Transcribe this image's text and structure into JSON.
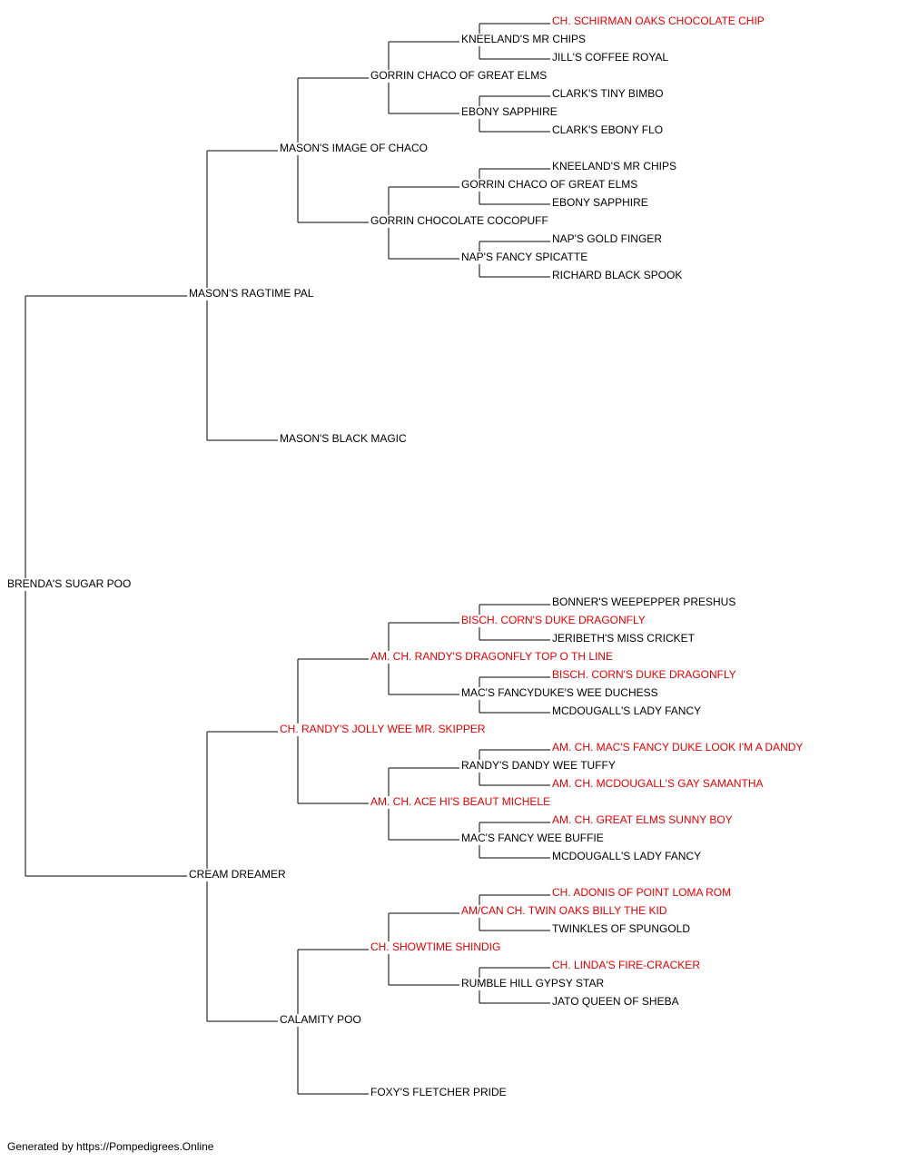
{
  "colors": {
    "champion": "#e00000",
    "normal": "#000000",
    "line": "#000000"
  },
  "footer": "Generated by https://Pompedigrees.Online",
  "pedigree": {
    "name": "BRENDA'S SUGAR POO",
    "champion": false,
    "sire": {
      "name": "MASON'S RAGTIME PAL",
      "champion": false,
      "sire": {
        "name": "MASON'S IMAGE OF CHACO",
        "champion": false,
        "sire": {
          "name": "GORRIN CHACO OF GREAT ELMS",
          "champion": false,
          "sire": {
            "name": "KNEELAND'S MR CHIPS",
            "champion": false,
            "sire": {
              "name": "CH. SCHIRMAN OAKS CHOCOLATE CHIP",
              "champion": true
            },
            "dam": {
              "name": "JILL'S COFFEE ROYAL",
              "champion": false
            }
          },
          "dam": {
            "name": "EBONY SAPPHIRE",
            "champion": false,
            "sire": {
              "name": "CLARK'S TINY BIMBO",
              "champion": false
            },
            "dam": {
              "name": "CLARK'S EBONY FLO",
              "champion": false
            }
          }
        },
        "dam": {
          "name": "GORRIN CHOCOLATE COCOPUFF",
          "champion": false,
          "sire": {
            "name": "GORRIN CHACO OF GREAT ELMS",
            "champion": false,
            "sire": {
              "name": "KNEELAND'S MR CHIPS",
              "champion": false
            },
            "dam": {
              "name": "EBONY SAPPHIRE",
              "champion": false
            }
          },
          "dam": {
            "name": "NAP'S FANCY SPICATTE",
            "champion": false,
            "sire": {
              "name": "NAP'S GOLD FINGER",
              "champion": false
            },
            "dam": {
              "name": "RICHARD BLACK SPOOK",
              "champion": false
            }
          }
        }
      },
      "dam": {
        "name": "MASON'S BLACK MAGIC",
        "champion": false
      }
    },
    "dam": {
      "name": "CREAM DREAMER",
      "champion": false,
      "sire": {
        "name": "CH. RANDY'S JOLLY WEE MR. SKIPPER",
        "champion": true,
        "sire": {
          "name": "AM. CH. RANDY'S DRAGONFLY TOP O TH LINE",
          "champion": true,
          "sire": {
            "name": "BISCH. CORN'S DUKE DRAGONFLY",
            "champion": true,
            "sire": {
              "name": "BONNER'S WEEPEPPER PRESHUS",
              "champion": false
            },
            "dam": {
              "name": "JERIBETH'S MISS CRICKET",
              "champion": false
            }
          },
          "dam": {
            "name": "MAC'S FANCYDUKE'S WEE DUCHESS",
            "champion": false,
            "sire": {
              "name": "BISCH. CORN'S DUKE DRAGONFLY",
              "champion": true
            },
            "dam": {
              "name": "MCDOUGALL'S LADY FANCY",
              "champion": false
            }
          }
        },
        "dam": {
          "name": "AM. CH. ACE HI'S BEAUT MICHELE",
          "champion": true,
          "sire": {
            "name": "RANDY'S DANDY WEE TUFFY",
            "champion": false,
            "sire": {
              "name": "AM. CH. MAC'S FANCY DUKE LOOK I'M A DANDY",
              "champion": true
            },
            "dam": {
              "name": "AM. CH. MCDOUGALL'S GAY SAMANTHA",
              "champion": true
            }
          },
          "dam": {
            "name": "MAC'S FANCY WEE BUFFIE",
            "champion": false,
            "sire": {
              "name": "AM. CH. GREAT ELMS SUNNY BOY",
              "champion": true
            },
            "dam": {
              "name": "MCDOUGALL'S LADY FANCY",
              "champion": false
            }
          }
        }
      },
      "dam": {
        "name": "CALAMITY POO",
        "champion": false,
        "sire": {
          "name": "CH. SHOWTIME SHINDIG",
          "champion": true,
          "sire": {
            "name": "AM/CAN CH. TWIN OAKS BILLY THE KID",
            "champion": true,
            "sire": {
              "name": "CH. ADONIS OF POINT LOMA ROM",
              "champion": true
            },
            "dam": {
              "name": "TWINKLES OF SPUNGOLD",
              "champion": false
            }
          },
          "dam": {
            "name": "RUMBLE HILL GYPSY STAR",
            "champion": false,
            "sire": {
              "name": "CH. LINDA'S FIRE-CRACKER",
              "champion": true
            },
            "dam": {
              "name": "JATO QUEEN OF SHEBA",
              "champion": false
            }
          }
        },
        "dam": {
          "name": "FOXY'S FLETCHER PRIDE",
          "champion": false
        }
      }
    }
  }
}
